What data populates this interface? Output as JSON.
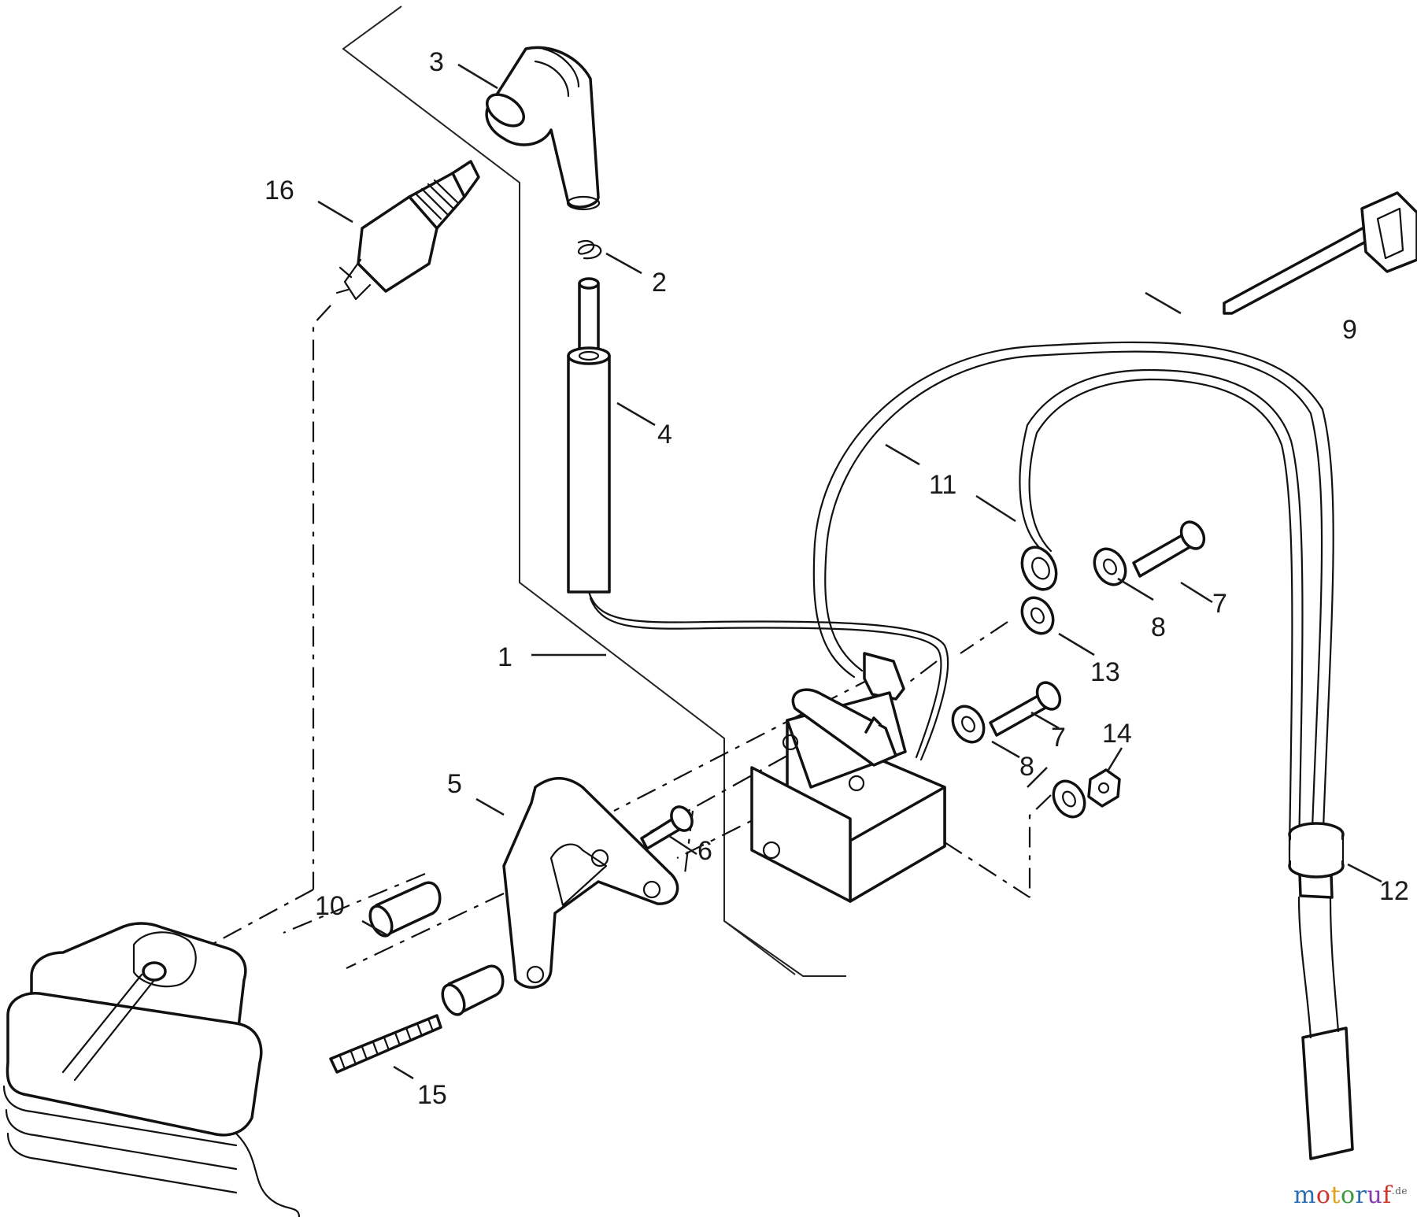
{
  "diagram": {
    "labels": [
      {
        "id": "1",
        "text": "1"
      },
      {
        "id": "2",
        "text": "2"
      },
      {
        "id": "3",
        "text": "3"
      },
      {
        "id": "4",
        "text": "4"
      },
      {
        "id": "5",
        "text": "5"
      },
      {
        "id": "6",
        "text": "6"
      },
      {
        "id": "7a",
        "text": "7"
      },
      {
        "id": "7b",
        "text": "7"
      },
      {
        "id": "8a",
        "text": "8"
      },
      {
        "id": "8b",
        "text": "8"
      },
      {
        "id": "9",
        "text": "9"
      },
      {
        "id": "10",
        "text": "10"
      },
      {
        "id": "11",
        "text": "11"
      },
      {
        "id": "12",
        "text": "12"
      },
      {
        "id": "13",
        "text": "13"
      },
      {
        "id": "14",
        "text": "14"
      },
      {
        "id": "15",
        "text": "15"
      },
      {
        "id": "16",
        "text": "16"
      }
    ]
  },
  "watermark": {
    "letters": [
      "m",
      "o",
      "t",
      "o",
      "r",
      "u",
      "f"
    ],
    "suffix": ".de"
  }
}
